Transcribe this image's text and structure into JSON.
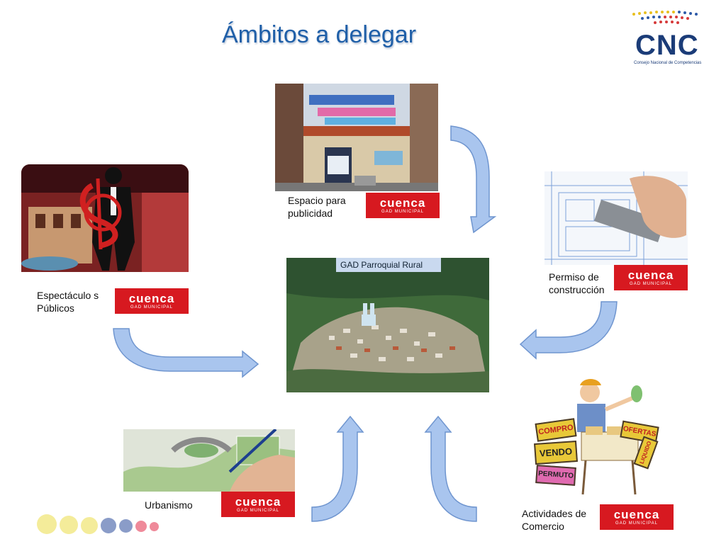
{
  "slide": {
    "title": "Ámbitos a delegar",
    "logo": {
      "name": "CNC",
      "subtitle": "Consejo Nacional de Competencias"
    }
  },
  "center": {
    "label": "GAD Parroquial Rural"
  },
  "items": [
    {
      "label_line1": "Espacio para",
      "label_line2": "publicidad",
      "badge": "cuenca",
      "badge_sub": "GAD MUNICIPAL"
    },
    {
      "label_line1": "Espectáculo s",
      "label_line2": "Públicos",
      "badge": "cuenca",
      "badge_sub": "GAD MUNICIPAL"
    },
    {
      "label_line1": "Permiso de",
      "label_line2": "construcción",
      "badge": "cuenca",
      "badge_sub": "GAD MUNICIPAL"
    },
    {
      "label_line1": "Urbanismo",
      "label_line2": "",
      "badge": "cuenca",
      "badge_sub": "GAD MUNICIPAL"
    },
    {
      "label_line1": "Actividades de",
      "label_line2": "Comercio",
      "badge": "cuenca",
      "badge_sub": "GAD MUNICIPAL"
    }
  ],
  "market_signs": [
    "COMPRO",
    "VENDO",
    "PERMUTO",
    "OFERTAS",
    "LIQUIDO"
  ],
  "colors": {
    "title": "#1f5fa8",
    "badge": "#d71920",
    "arrow_fill": "#a9c5ee",
    "arrow_stroke": "#6f95cf"
  }
}
